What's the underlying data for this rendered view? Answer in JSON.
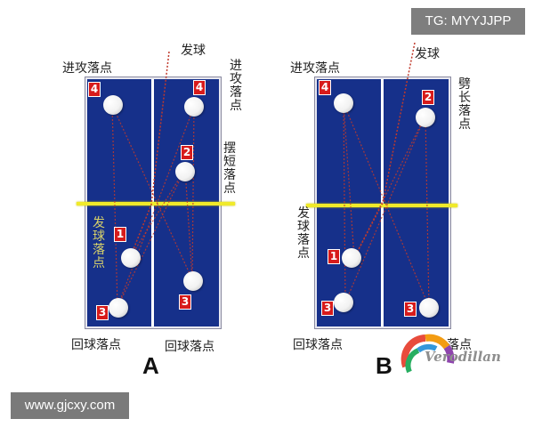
{
  "watermark": {
    "tag": "TG: MYYJJPP",
    "site": "www.gjcxy.com",
    "logo_text": "Verodillan"
  },
  "colors": {
    "table": "#16308a",
    "net": "#f0ea2a",
    "marker": "#d71b1b",
    "path": "#c0392b"
  },
  "panel_a": {
    "letter": "A",
    "serve": "发球",
    "attack": "进攻落点",
    "attack_right": "进攻落点",
    "short": "摆短落点",
    "serve_landing": "发球落点",
    "return_left": "回球落点",
    "return_right": "回球落点",
    "balls": [
      "4",
      "4",
      "2",
      "1",
      "3",
      "3"
    ]
  },
  "panel_b": {
    "letter": "B",
    "serve": "发球",
    "attack": "进攻落点",
    "long": "劈长落点",
    "serve_landing": "发球落点",
    "return_left": "回球落点",
    "return_right": "落点",
    "balls": [
      "4",
      "2",
      "1",
      "3",
      "3"
    ]
  }
}
